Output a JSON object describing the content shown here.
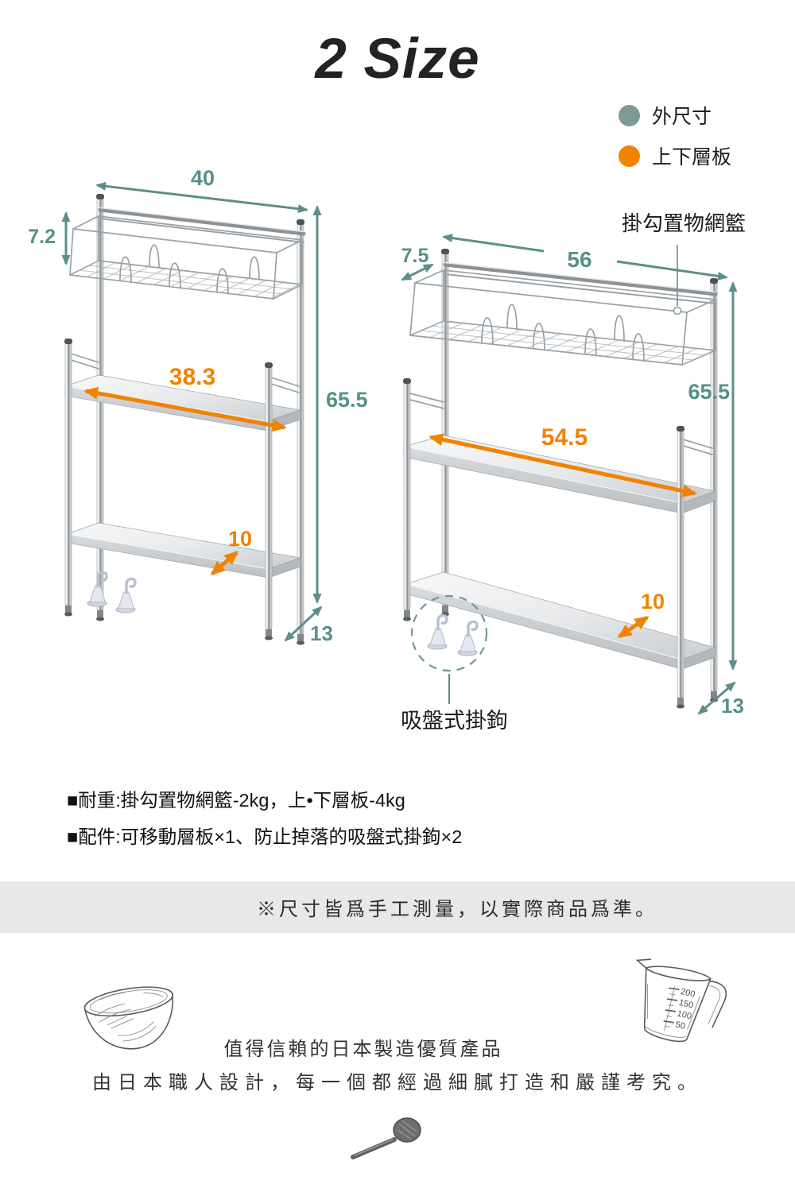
{
  "title": "2 Size",
  "legend": {
    "items": [
      {
        "label": "外尺寸",
        "color": "#7d9a96"
      },
      {
        "label": "上下層板",
        "color": "#f08300"
      }
    ]
  },
  "diagrams": {
    "left": {
      "top_width": "40",
      "basket_height": "7.2",
      "shelf_width": "38.3",
      "total_height": "65.5",
      "shelf_depth": "10",
      "base_depth": "13"
    },
    "right": {
      "basket_depth": "7.5",
      "top_width": "56",
      "total_height": "65.5",
      "shelf_width": "54.5",
      "shelf_depth": "10",
      "base_depth": "13",
      "basket_label": "掛勾置物網籃",
      "hooks_label": "吸盤式掛鉤"
    }
  },
  "specs": {
    "line1": "■耐重:掛勾置物網籃-2kg，上•下層板-4kg",
    "line2": "■配件:可移動層板×1、防止掉落的吸盤式掛鉤×2"
  },
  "note": "※尺寸皆爲手工測量，以實際商品爲準。",
  "footer": {
    "line1": "值得信賴的日本製造優質產品",
    "line2": "由日本職人設計，每一個都經過細膩打造和嚴謹考究。",
    "cup_marks": [
      "200",
      "150",
      "100",
      "50"
    ]
  },
  "colors": {
    "accent_teal": "#5e8e8a",
    "legend_teal": "#7d9a96",
    "accent_orange": "#f08300",
    "note_bar_bg": "#e8e8e8",
    "chrome_gray": "#9aa1a6"
  }
}
